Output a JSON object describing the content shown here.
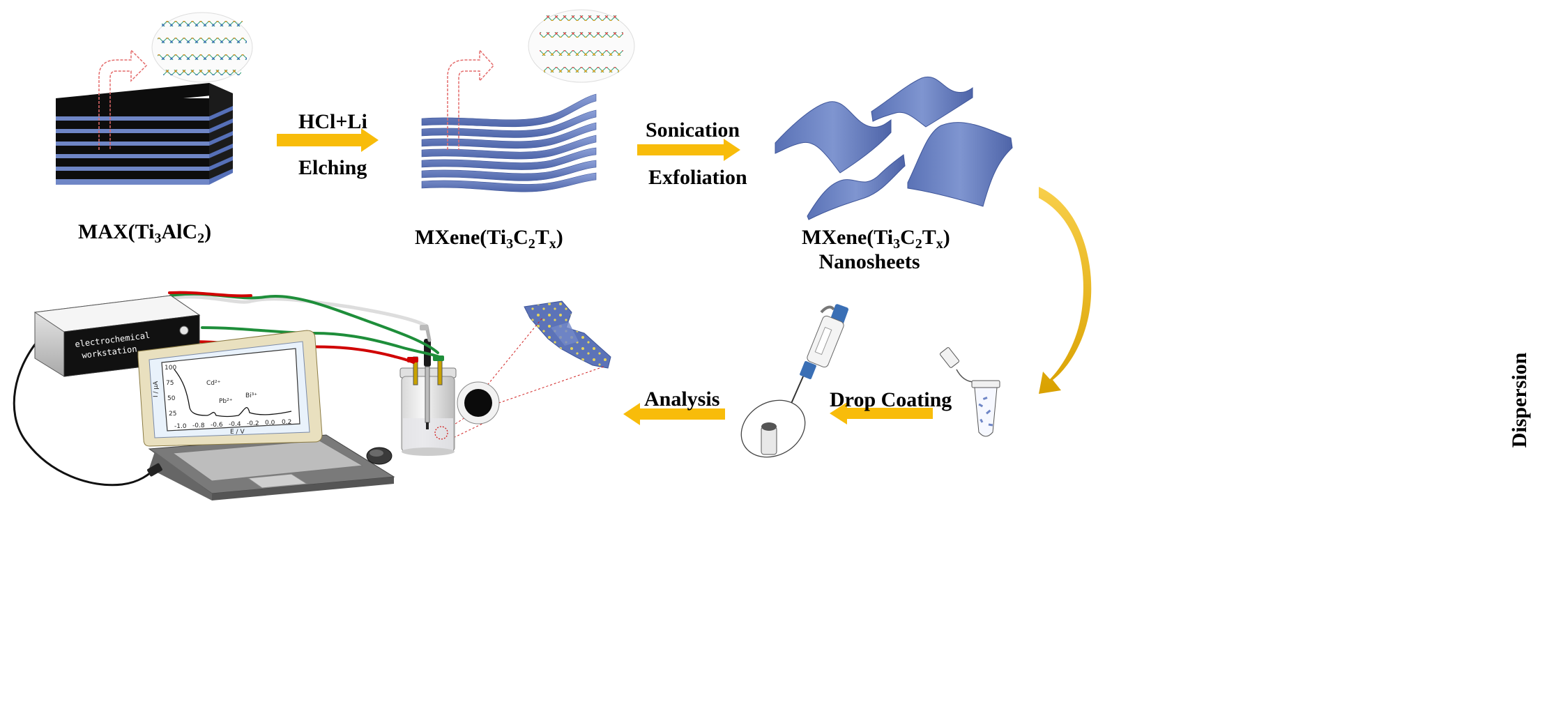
{
  "labels": {
    "max": {
      "prefix": "MAX(Ti",
      "s1": "3",
      "mid": "AlC",
      "s2": "2",
      "suffix": ")"
    },
    "mxene": {
      "prefix": "MXene(Ti",
      "s1": "3",
      "m1": "C",
      "s2": "2",
      "m2": "T",
      "s3": "x",
      "suffix": ")"
    },
    "mxene_ns": {
      "prefix": "MXene(Ti",
      "s1": "3",
      "m1": "C",
      "s2": "2",
      "m2": "T",
      "s3": "x",
      "suffix": ")",
      "line2": "Nanosheets"
    }
  },
  "steps": {
    "step1_top": "HCl+Li",
    "step1_bottom": "Elching",
    "step2_top": "Sonication",
    "step2_bottom": "Exfoliation",
    "step3": "Dispersion",
    "step4": "Drop Coating",
    "step5": "Analysis"
  },
  "workstation": {
    "line1": "electrochemical",
    "line2": "workstation"
  },
  "plot": {
    "peaks": [
      "Cd²⁺",
      "Pb²⁺",
      "Bi³⁺"
    ],
    "x_ticks": [
      "-1.0",
      "-0.8",
      "-0.6",
      "-0.4",
      "-0.2",
      "0.0",
      "0.2"
    ],
    "y_ticks": [
      "100",
      "75",
      "50",
      "25"
    ],
    "xlabel": "E / V",
    "ylabel": "I / µA"
  },
  "colors": {
    "arrow": "#F8BC0A",
    "sheet": "#6F86C6",
    "sheet_dark": "#4F66AA",
    "max_black": "#111111",
    "wire_red": "#D00000",
    "wire_green": "#1E8E3A"
  }
}
